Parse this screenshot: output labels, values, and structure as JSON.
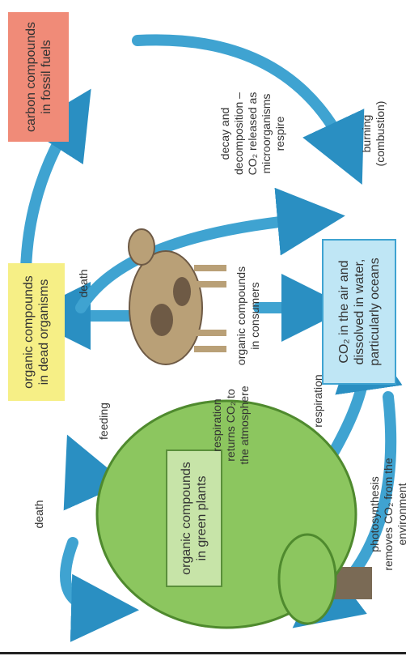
{
  "boxes": {
    "fossil": {
      "line1": "carbon compounds",
      "line2": "in fossil fuels",
      "fill": "#f08b78"
    },
    "dead": {
      "line1": "organic compounds",
      "line2": "in dead organisms",
      "fill": "#f6ef86"
    },
    "co2": {
      "line1": "CO₂ in the air and",
      "line2": "dissolved in water,",
      "line3": "particularly oceans",
      "fill": "#bfe6f5"
    },
    "plants": {
      "line1": "organic compounds",
      "line2": "in green plants",
      "fill": "#c7e4a8"
    }
  },
  "labels": {
    "decay": [
      "decay and",
      "decomposition –",
      "CO₂ released as",
      "microorganisms",
      "respire"
    ],
    "burning": [
      "burning",
      "(combustion)"
    ],
    "consumers": [
      "organic compounds",
      "in consumers"
    ],
    "death_consumer": "death",
    "death_plant": "death",
    "feeding": "feeding",
    "respiration_consumers": [
      "respiration",
      "returns CO₂ to",
      "the atmosphere"
    ],
    "respiration_plants": "respiration",
    "photosynthesis": [
      "photosynthesis",
      "removes CO₂ from the",
      "environment"
    ]
  },
  "colors": {
    "arrow": "#3fa3d1",
    "arrow_dark": "#1f82b4",
    "tree_foliage": "#8cc65f",
    "tree_trunk": "#7a6a55",
    "cow_body": "#b9a077",
    "cow_patch": "#6e5a45"
  },
  "icons": {
    "tree": "tree-illustration",
    "cow": "cow-illustration"
  }
}
